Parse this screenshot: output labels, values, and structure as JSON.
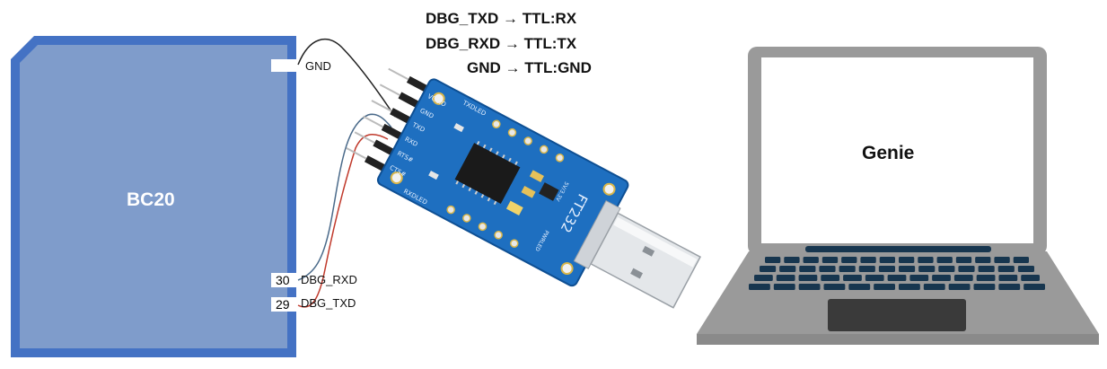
{
  "mappings": [
    {
      "from": "DBG_TXD",
      "arrow": "→",
      "to": "TTL:RX"
    },
    {
      "from": "DBG_RXD",
      "arrow": "→",
      "to": "TTL:TX"
    },
    {
      "from": "GND",
      "arrow": "→",
      "to": "TTL:GND"
    }
  ],
  "module": {
    "title": "BC20",
    "color": "#4472c4",
    "inner_color": "#7f9ccb",
    "pins": [
      {
        "label": "GND"
      },
      {
        "number": "30",
        "label": "DBG_RXD"
      },
      {
        "number": "29",
        "label": "DBG_TXD"
      }
    ]
  },
  "usb_ttl_adapter": {
    "pcb_color": "#1e6fc0",
    "silkscreen": {
      "pins": [
        "VCCIO",
        "GND",
        "TXD",
        "RXD",
        "RTS#",
        "CTS#"
      ],
      "txd_led": "TXDLED",
      "rxd_led": "RXDLED",
      "chip_name": "FT232",
      "power_label": "PWRLED",
      "voltage_label": "5V/3.3V"
    }
  },
  "laptop": {
    "label": "Genie",
    "body_color": "#9a9a9a",
    "key_color": "#17364f"
  },
  "wire_colors": {
    "gnd": "#222222",
    "rxd": "#4a6a8a",
    "txd": "#c0392b"
  }
}
